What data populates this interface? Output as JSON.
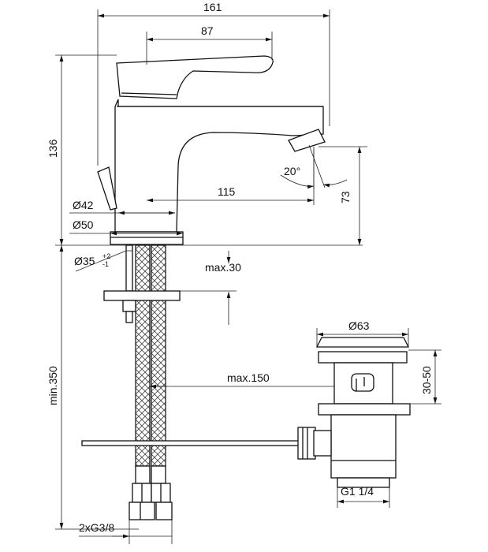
{
  "dimensions": {
    "overall_width": "161",
    "handle_width": "87",
    "height": "136",
    "spout_reach": "115",
    "spout_height": "73",
    "spout_angle": "20°",
    "body_dia_42": "Ø42",
    "base_dia_50": "Ø50",
    "hole_dia_label": "Ø35",
    "hole_dia_tol_plus": "+2",
    "hole_dia_tol_minus": "-1",
    "deck_max": "max.30",
    "hose_min": "min.350",
    "drain_max": "max.150",
    "waste_dia": "Ø63",
    "waste_range": "30-50",
    "waste_thread": "G1 1/4",
    "hose_thread": "2xG3/8"
  }
}
